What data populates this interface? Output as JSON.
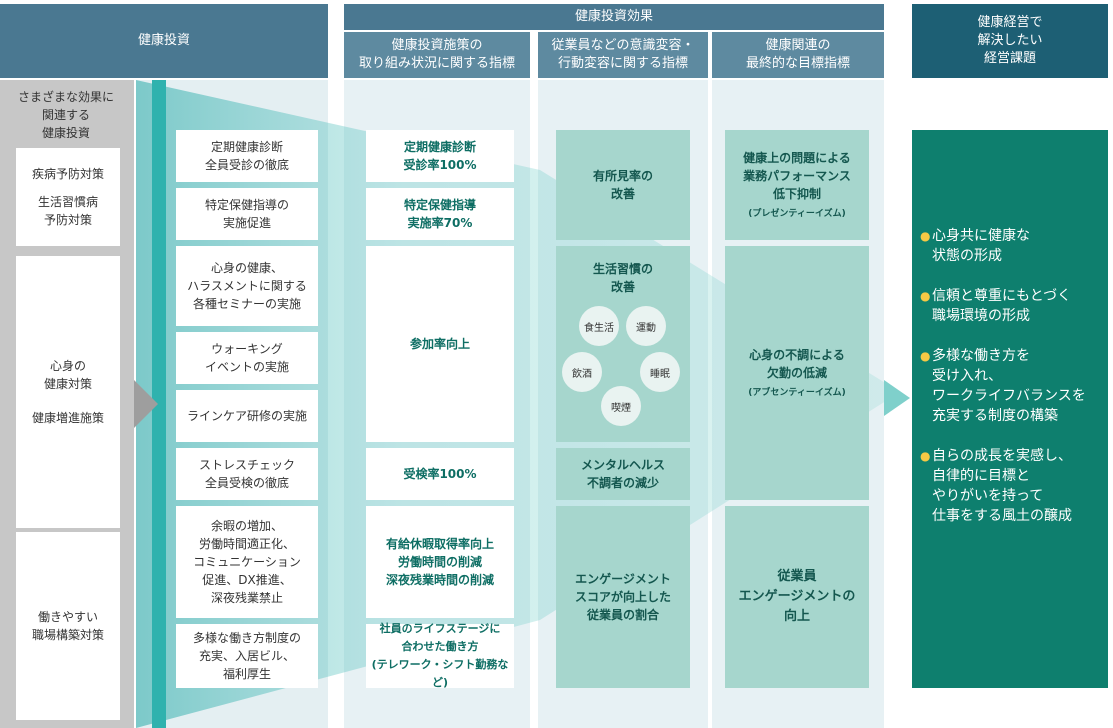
{
  "headers": {
    "kenko_toshi": "健康投資",
    "kenko_toshi_koka": "健康投資効果",
    "sub1": "健康投資施策の\n取り組み状況に関する指標",
    "sub2": "従業員などの意識変容・\n行動変容に関する指標",
    "sub3": "健康関連の\n最終的な目標指標",
    "keiei_kadai": "健康経営で\n解決したい\n経営課題"
  },
  "left": {
    "title": "さまざまな効果に\n関連する\n健康投資",
    "cell1_a": "疾病予防対策",
    "cell1_b": "生活習慣病\n予防対策",
    "cell2_a": "心身の\n健康対策",
    "cell2_b": "健康増進施策",
    "cell3": "働きやすい\n職場構築対策"
  },
  "measures": [
    "定期健康診断\n全員受診の徹底",
    "特定保健指導の\n実施促進",
    "心身の健康、\nハラスメントに関する\n各種セミナーの実施",
    "ウォーキング\nイベントの実施",
    "ラインケア研修の実施",
    "ストレスチェック\n全員受検の徹底",
    "余暇の増加、\n労働時間適正化、\nコミュニケーション\n促進、DX推進、\n深夜残業禁止",
    "多様な働き方制度の\n充実、入居ビル、\n福利厚生"
  ],
  "indicators": [
    "定期健康診断\n受診率100%",
    "特定保健指導\n実施率70%",
    "参加率向上",
    "受検率100%",
    "有給休暇取得率向上\n労働時間の削減\n深夜残業時間の削減",
    "社員のライフステージに\n合わせた働き方\n(テレワーク・シフト勤務など)"
  ],
  "behavior": {
    "b1": "有所見率の\n改善",
    "b2": "生活習慣の\n改善",
    "circles": [
      "食生活",
      "運動",
      "飲酒",
      "睡眠",
      "喫煙"
    ],
    "b3": "メンタルヘルス\n不調者の減少",
    "b4": "エンゲージメント\nスコアが向上した\n従業員の割合"
  },
  "final": {
    "f1": "健康上の問題による\n業務パフォーマンス\n低下抑制",
    "f1_note": "(プレゼンティーイズム)",
    "f2": "心身の不調による\n欠勤の低減",
    "f2_note": "(アブセンティーイズム)",
    "f3": "従業員\nエンゲージメントの\n向上"
  },
  "goals": [
    "心身共に健康な\n状態の形成",
    "信頼と尊重にもとづく\n職場環境の形成",
    "多様な働き方を\n受け入れ、\nワークライフバランスを\n充実する制度の構築",
    "自らの成長を実感し、\n自律的に目標と\nやりがいを持って\n仕事をする風土の醸成"
  ],
  "colors": {
    "header": "#4a7891",
    "header_dark": "#1d5f74",
    "goal_bg": "#0e7f6e",
    "teal_band": "#36b7b3",
    "indicator_text": "#0e6e64",
    "green_box": "#a6d6cd",
    "bullet": "#f6c945"
  }
}
